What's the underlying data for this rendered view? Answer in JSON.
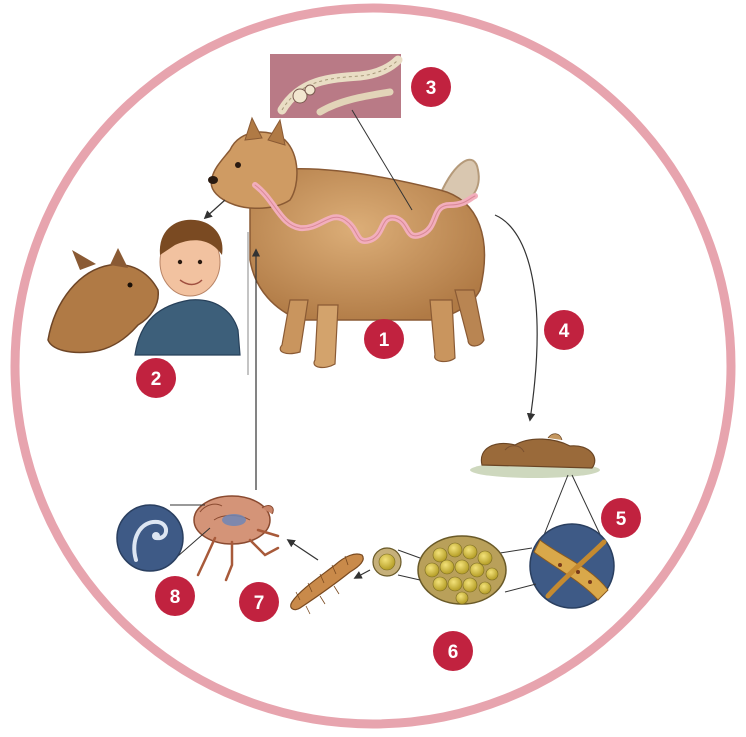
{
  "colors": {
    "ring": "#e7a4ae",
    "badge": "#c1223f",
    "badge_text": "#ffffff",
    "arrow": "#333333",
    "dog_fur": "#c9955e",
    "dog_dark": "#8a5a34",
    "intestine": "#f2aebc",
    "shirt": "#3d5f7a",
    "hair": "#7a4a22",
    "skin": "#f2c2a0",
    "flea": "#d49478",
    "larva": "#c98a4a",
    "egg": "#d8c24a",
    "feces": "#9a6a3a",
    "inset_blue": "#3e5a86",
    "scolex_bg": "#b97a86"
  },
  "icons": {
    "scolex_inset": "tapeworm-scolex-icon",
    "feces": "feces-icon",
    "segment_inset": "proglottid-segment-icon",
    "egg_packet": "egg-packet-icon",
    "single_egg": "egg-icon",
    "larva": "flea-larva-icon",
    "flea": "flea-icon",
    "cysticercoid_inset": "cysticercoid-icon"
  },
  "steps": [
    {
      "id": "1",
      "label": "1"
    },
    {
      "id": "2",
      "label": "2"
    },
    {
      "id": "3",
      "label": "3"
    },
    {
      "id": "4",
      "label": "4"
    },
    {
      "id": "5",
      "label": "5"
    },
    {
      "id": "6",
      "label": "6"
    },
    {
      "id": "7",
      "label": "7"
    },
    {
      "id": "8",
      "label": "8"
    }
  ]
}
